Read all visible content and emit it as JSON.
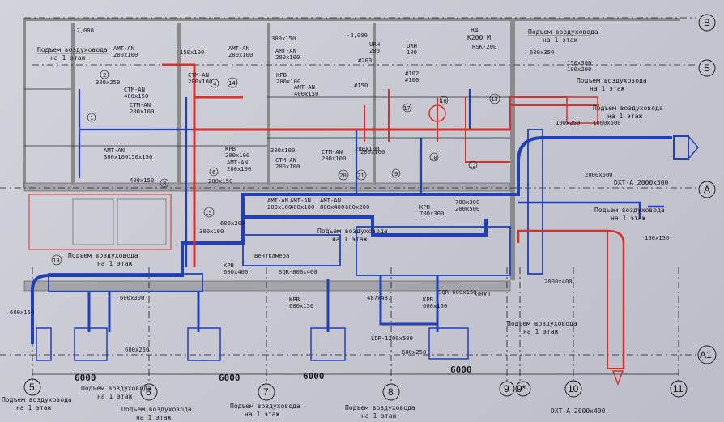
{
  "axes": {
    "rows": [
      "В",
      "Б",
      "А",
      "А1"
    ],
    "cols": [
      "5",
      "6",
      "7",
      "8",
      "9",
      "9*",
      "10",
      "11"
    ]
  },
  "spans": [
    "6000",
    "6000",
    "6000",
    "6000"
  ],
  "elevations": [
    "-2,000",
    "-2,000"
  ],
  "lift_note": [
    "Подъем воздуховода",
    "на 1 этаж"
  ],
  "room_numbers": [
    "2",
    "1",
    "4",
    "14",
    "15",
    "19",
    "6",
    "8",
    "20",
    "21",
    "9",
    "16",
    "13",
    "17",
    "10",
    "12"
  ],
  "equipment": {
    "fan_room": "Венткамера",
    "unit": "ПВУ1",
    "k200": "К200 М",
    "b4": "В4",
    "urh_1": "URH\n200",
    "urh_2": "URH\n100",
    "dxt_top": "DXT-A 2000x500",
    "dxt_bottom": "DXT-A 2000x400",
    "sqr_1": "SQR-800x400",
    "sqr_2": "SQR-600x150",
    "ldr": "LDR-1200x500",
    "rsk": "RSK-200"
  },
  "labels": [
    "AMT-AN\n200x100",
    "150x100",
    "AMT-AN\n200x100",
    "300x150",
    "AMT-AN\n200x100",
    "300x250",
    "CTM-AN\n400x150",
    "CTM-AN\n200x100",
    "CTM-AN\n200x100",
    "KPB\n200x100",
    "AMT-AN\n400x150",
    "AMT-AN\n300x100",
    "150x150",
    "400x150",
    "KPB\n200x100",
    "AMT-AN\n200x100",
    "300x100",
    "CTM-AN\n200x100",
    "CTM-AN\n200x100",
    "200x100",
    "200x150",
    "AMT-AN\n200x100",
    "AMT-AN\n400x100",
    "AMT-AN\n800x400",
    "600x200",
    "KPB\n700x300",
    "700x300\n200x500",
    "600x350",
    "150x300\n100x200",
    "1000x500",
    "2000x500",
    "100x250",
    "150x150",
    "2000x400",
    "600x200",
    "300x100",
    "KPB\n600x400",
    "600x300",
    "600x150",
    "600x250",
    "KPB\n600x150",
    "487x487",
    "KPB\n600x150",
    "600x250",
    "#150",
    "#102\n#100",
    "#203",
    "200x160"
  ]
}
